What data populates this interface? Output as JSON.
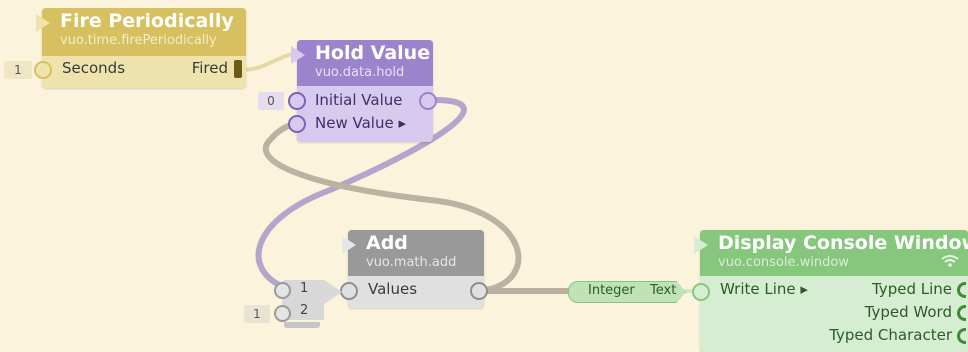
{
  "nodes": {
    "fire_periodically": {
      "title": "Fire Periodically",
      "class_name": "vuo.time.firePeriodically",
      "inputs": [
        {
          "label": "Seconds",
          "constant": "1"
        }
      ],
      "outputs": [
        {
          "label": "Fired"
        }
      ]
    },
    "hold_value": {
      "title": "Hold Value",
      "class_name": "vuo.data.hold",
      "inputs": [
        {
          "label": "Initial Value",
          "constant": "0"
        },
        {
          "label": "New Value ▸"
        }
      ]
    },
    "add": {
      "title": "Add",
      "class_name": "vuo.math.add",
      "inputs": [
        {
          "label": "Values"
        }
      ],
      "list_items": [
        {
          "label": "1"
        },
        {
          "label": "2",
          "constant": "1"
        }
      ]
    },
    "type_converter": {
      "input_label": "Integer",
      "output_label": "Text"
    },
    "display_console_window": {
      "title": "Display Console Window",
      "class_name": "vuo.console.window",
      "inputs": [
        {
          "label": "Write Line ▸"
        }
      ],
      "outputs": [
        {
          "label": "Typed Line"
        },
        {
          "label": "Typed Word"
        },
        {
          "label": "Typed Character"
        }
      ]
    }
  },
  "colors": {
    "canvas": "#fbf3dc",
    "event_node": "#d6c060",
    "data_node": "#9b84cc",
    "math_node": "#999999",
    "console_node": "#86c67d",
    "cable_data": "#b3a7c8",
    "cable_event": "#ddd29a",
    "cable_gray": "#b8b0a0"
  },
  "icons": {
    "wireless": "wifi-icon"
  }
}
